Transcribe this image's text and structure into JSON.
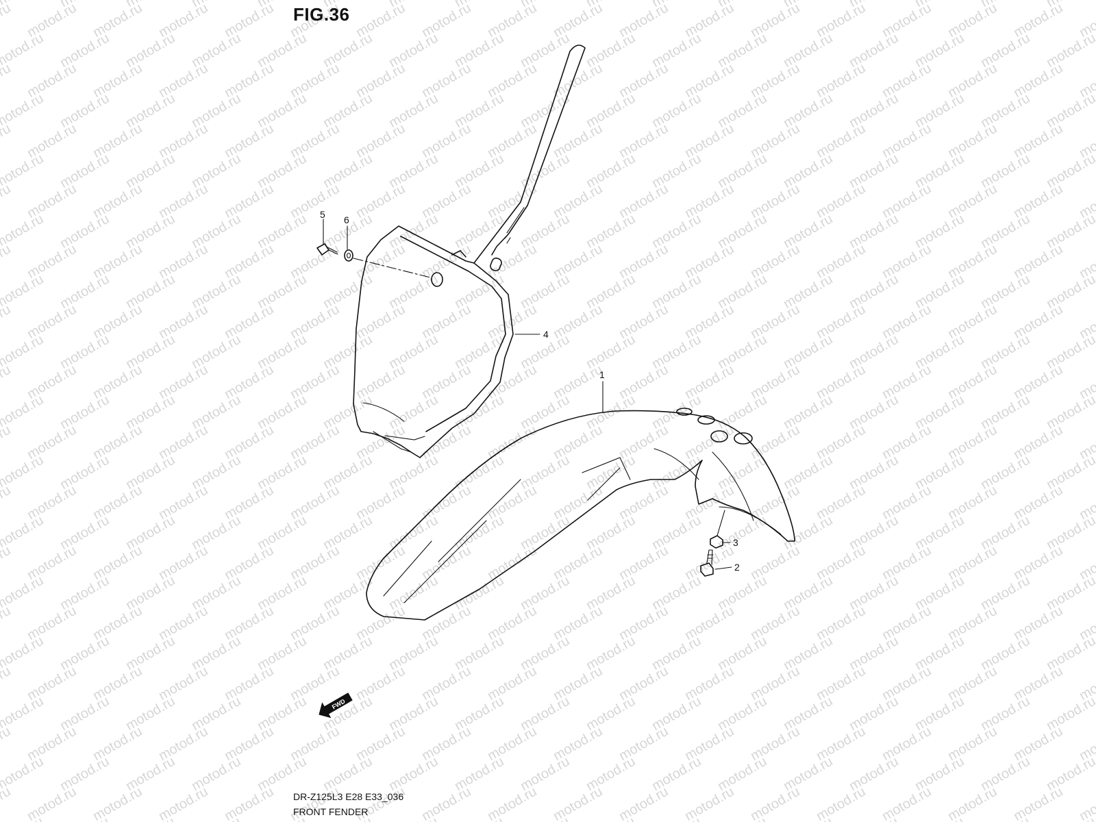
{
  "figure": {
    "title": "FIG.36"
  },
  "footer": {
    "model_code": "DR-Z125L3 E28 E33_036",
    "section_name": "FRONT FENDER"
  },
  "watermark": {
    "text": "motod.ru",
    "color": "#d6d6d6"
  },
  "callouts": [
    {
      "id": "1",
      "label": "1",
      "part": "front-fender"
    },
    {
      "id": "2",
      "label": "2",
      "part": "bolt"
    },
    {
      "id": "3",
      "label": "3",
      "part": "nut"
    },
    {
      "id": "4",
      "label": "4",
      "part": "number-plate"
    },
    {
      "id": "5",
      "label": "5",
      "part": "bolt"
    },
    {
      "id": "6",
      "label": "6",
      "part": "washer"
    }
  ],
  "direction_arrow": {
    "label": "FWD"
  }
}
